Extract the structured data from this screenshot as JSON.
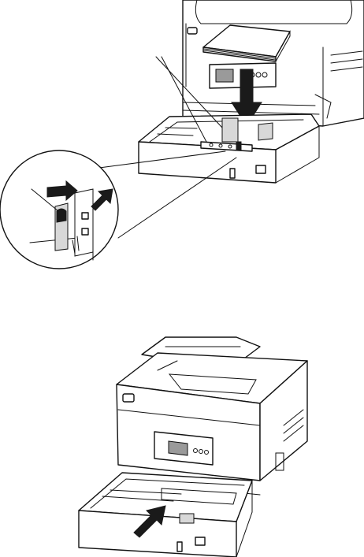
{
  "figure": {
    "panels": [
      {
        "id": "top",
        "content": "load-paper-stack-into-drawer-with-zoom-callout-on-guide-lever"
      },
      {
        "id": "bottom",
        "content": "push-paper-drawer-closed"
      }
    ],
    "icons": [
      "down-arrow-icon",
      "right-arrow-icon",
      "up-right-arrow-icon",
      "push-arrow-icon"
    ],
    "colors": {
      "line": "#111111",
      "arrow": "#1a1a1a",
      "paper": "#ffffff",
      "shade": "#9a9a9a"
    }
  }
}
